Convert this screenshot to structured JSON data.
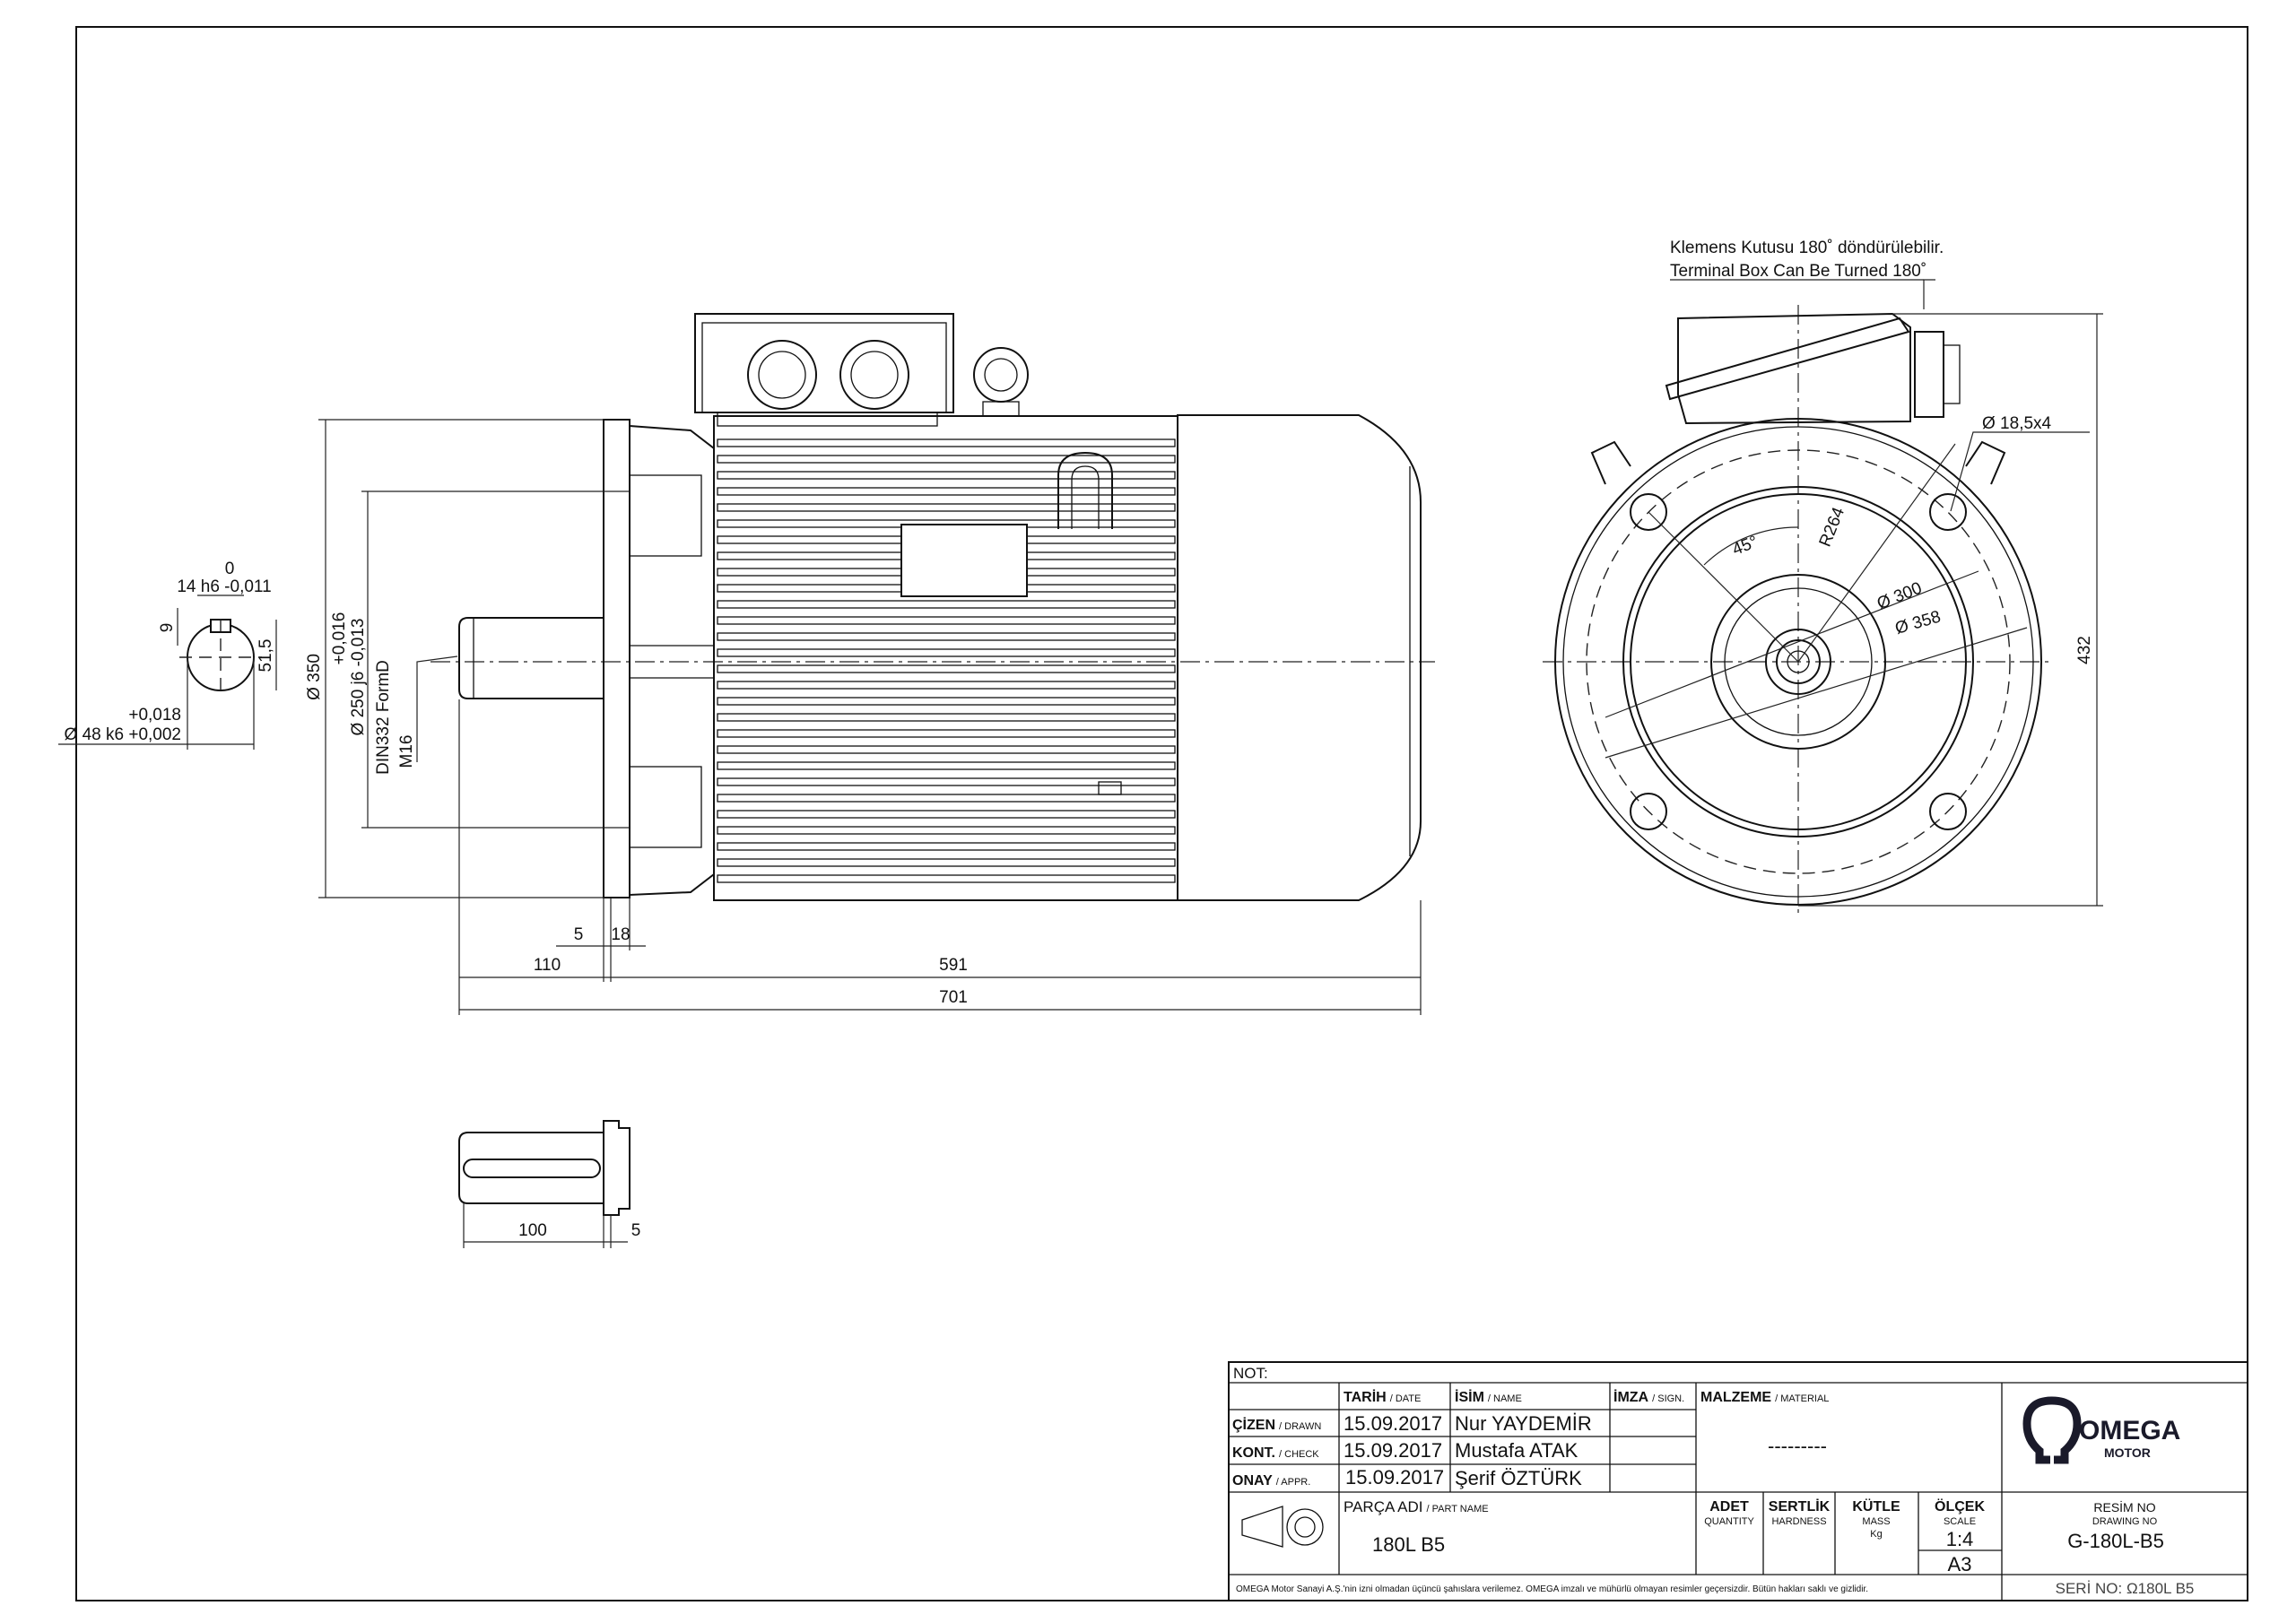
{
  "notes": {
    "line1": "Klemens Kutusu 180˚ döndürülebilir.",
    "line2": "Terminal Box Can Be Turned 180˚"
  },
  "dimensions": {
    "key_tol_upper": "0",
    "key_width": "14 h6 -0,011",
    "key_depth": "9",
    "shaft_height": "51,5",
    "shaft_tol_upper": "+0,018",
    "shaft_dia": "Ø 48 k6 +0,002",
    "flange_dia": "Ø 350",
    "spigot_tol_upper": "+0,016",
    "spigot_dia": "Ø 250 j6 -0,013",
    "center_hole": "DIN332 FormD",
    "thread": "M16",
    "flange_thk": "5",
    "flange_offset": "18",
    "shaft_length": "110",
    "body_length": "591",
    "total_length": "701",
    "key_length": "100",
    "key_offset": "5",
    "hole_dia": "Ø 18,5x4",
    "radius": "R264",
    "angle": "45°",
    "pcd": "Ø 300",
    "housing_dia": "Ø 358",
    "height": "432"
  },
  "title_block": {
    "not_label": "NOT:",
    "date_label": "TARİH",
    "date_sub": "DATE",
    "name_label": "İSİM",
    "name_sub": "NAME",
    "sign_label": "İMZA",
    "sign_sub": "SIGN.",
    "material_label": "MALZEME",
    "material_sub": "MATERIAL",
    "material_value": "---------",
    "rows": [
      {
        "label": "ÇİZEN",
        "sub": "DRAWN",
        "date": "15.09.2017",
        "name": "Nur YAYDEMİR"
      },
      {
        "label": "KONT.",
        "sub": "CHECK",
        "date": "15.09.2017",
        "name": "Mustafa ATAK"
      },
      {
        "label": "ONAY",
        "sub": "APPR.",
        "date": "15.09.2017",
        "name": "Şerif ÖZTÜRK"
      }
    ],
    "part_label": "PARÇA ADI",
    "part_sub": "PART NAME",
    "part_name": "180L B5",
    "qty_label": "ADET",
    "qty_sub": "QUANTITY",
    "hard_label": "SERTLİK",
    "hard_sub": "HARDNESS",
    "mass_label": "KÜTLE",
    "mass_sub": "MASS",
    "mass_unit": "Kg",
    "scale_label": "ÖLÇEK",
    "scale_sub": "SCALE",
    "scale_value": "1:4",
    "paper": "A3",
    "drawing_no_label": "RESİM NO",
    "drawing_no_sub": "DRAWING NO",
    "drawing_no": "G-180L-B5",
    "serial": "SERİ NO: Ω180L B5",
    "footer": "OMEGA Motor Sanayi A.Ş.'nin izni olmadan üçüncü şahıslara verilemez. OMEGA imzalı ve mühürlü olmayan resimler geçersizdir. Bütün hakları saklı ve gizlidir.",
    "logo_omega": "OMEGA",
    "logo_motor": "MOTOR"
  }
}
